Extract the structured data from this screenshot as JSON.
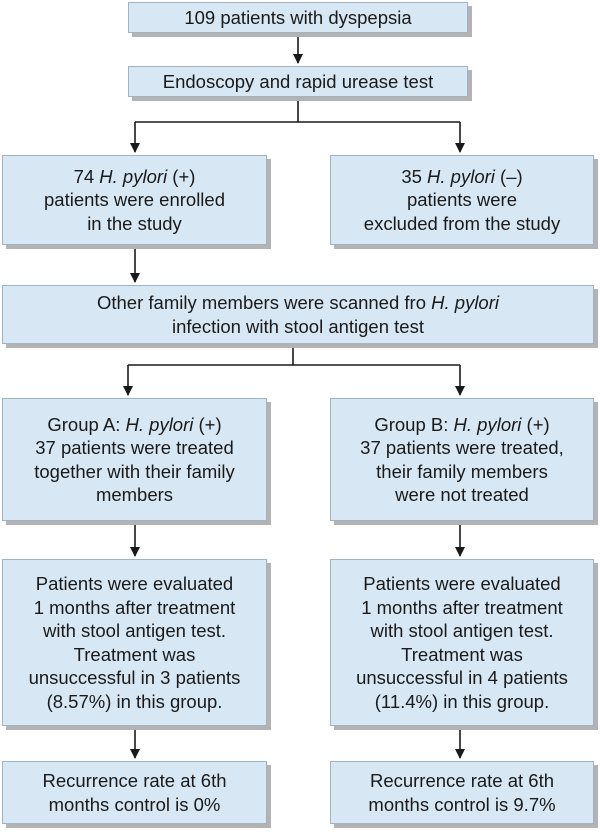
{
  "boxes": {
    "patients_total": {
      "lines": [
        "109 patients with dyspepsia"
      ]
    },
    "endoscopy": {
      "lines": [
        "Endoscopy and rapid urease test"
      ]
    },
    "hp_positive": {
      "lines": [
        "74 <i>H. pylori</i> (+)",
        "patients were enrolled",
        "in the study"
      ]
    },
    "hp_negative": {
      "lines": [
        "35 <i>H. pylori</i> (–)",
        "patients were",
        "excluded from the study"
      ]
    },
    "family_scan": {
      "lines": [
        "Other family members were scanned fro <i>H. pylori</i>",
        "infection with stool antigen test"
      ]
    },
    "group_a": {
      "lines": [
        "Group A: <i>H. pylori</i> (+)",
        "37 patients were treated",
        "together with their family",
        "members"
      ]
    },
    "group_b": {
      "lines": [
        "Group B: <i>H. pylori</i> (+)",
        "37 patients were treated,",
        "their family members",
        "were not treated"
      ]
    },
    "eval_a": {
      "lines": [
        "Patients were evaluated",
        "1 months after treatment",
        "with stool antigen test.",
        "Treatment was",
        "unsuccessful in 3 patients",
        "(8.57%) in this group."
      ]
    },
    "eval_b": {
      "lines": [
        "Patients were evaluated",
        "1 months after treatment",
        "with stool antigen test.",
        "Treatment was",
        "unsuccessful in 4 patients",
        "(11.4%) in this group."
      ]
    },
    "recurrence_a": {
      "lines": [
        "Recurrence rate at 6th",
        "months control is 0%"
      ]
    },
    "recurrence_b": {
      "lines": [
        "Recurrence rate at 6th",
        "months control is 9.7%"
      ]
    }
  }
}
